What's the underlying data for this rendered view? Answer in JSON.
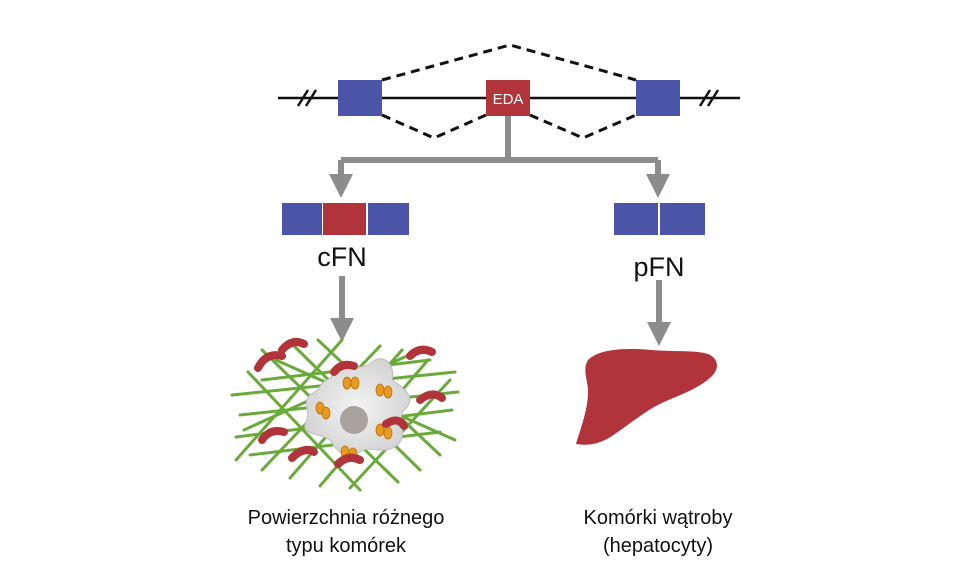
{
  "gene": {
    "exon_label": "EDA"
  },
  "isoforms": {
    "left": "cFN",
    "right": "pFN"
  },
  "captions": {
    "left_line1": "Powierzchnia różnego",
    "left_line2": "typu komórek",
    "right_line1": "Komórki wątroby",
    "right_line2": "(hepatocyty)"
  },
  "colors": {
    "exon_blue": "#4a55a8",
    "exon_red": "#b0343a",
    "arrow_gray": "#8c8c8c",
    "fiber_green": "#6aaa3a",
    "liver_red": "#b0343a",
    "integrin_orange": "#e89a1e",
    "cell_gray": "#e2e2e2",
    "nucleus_gray": "#a8a39c"
  }
}
